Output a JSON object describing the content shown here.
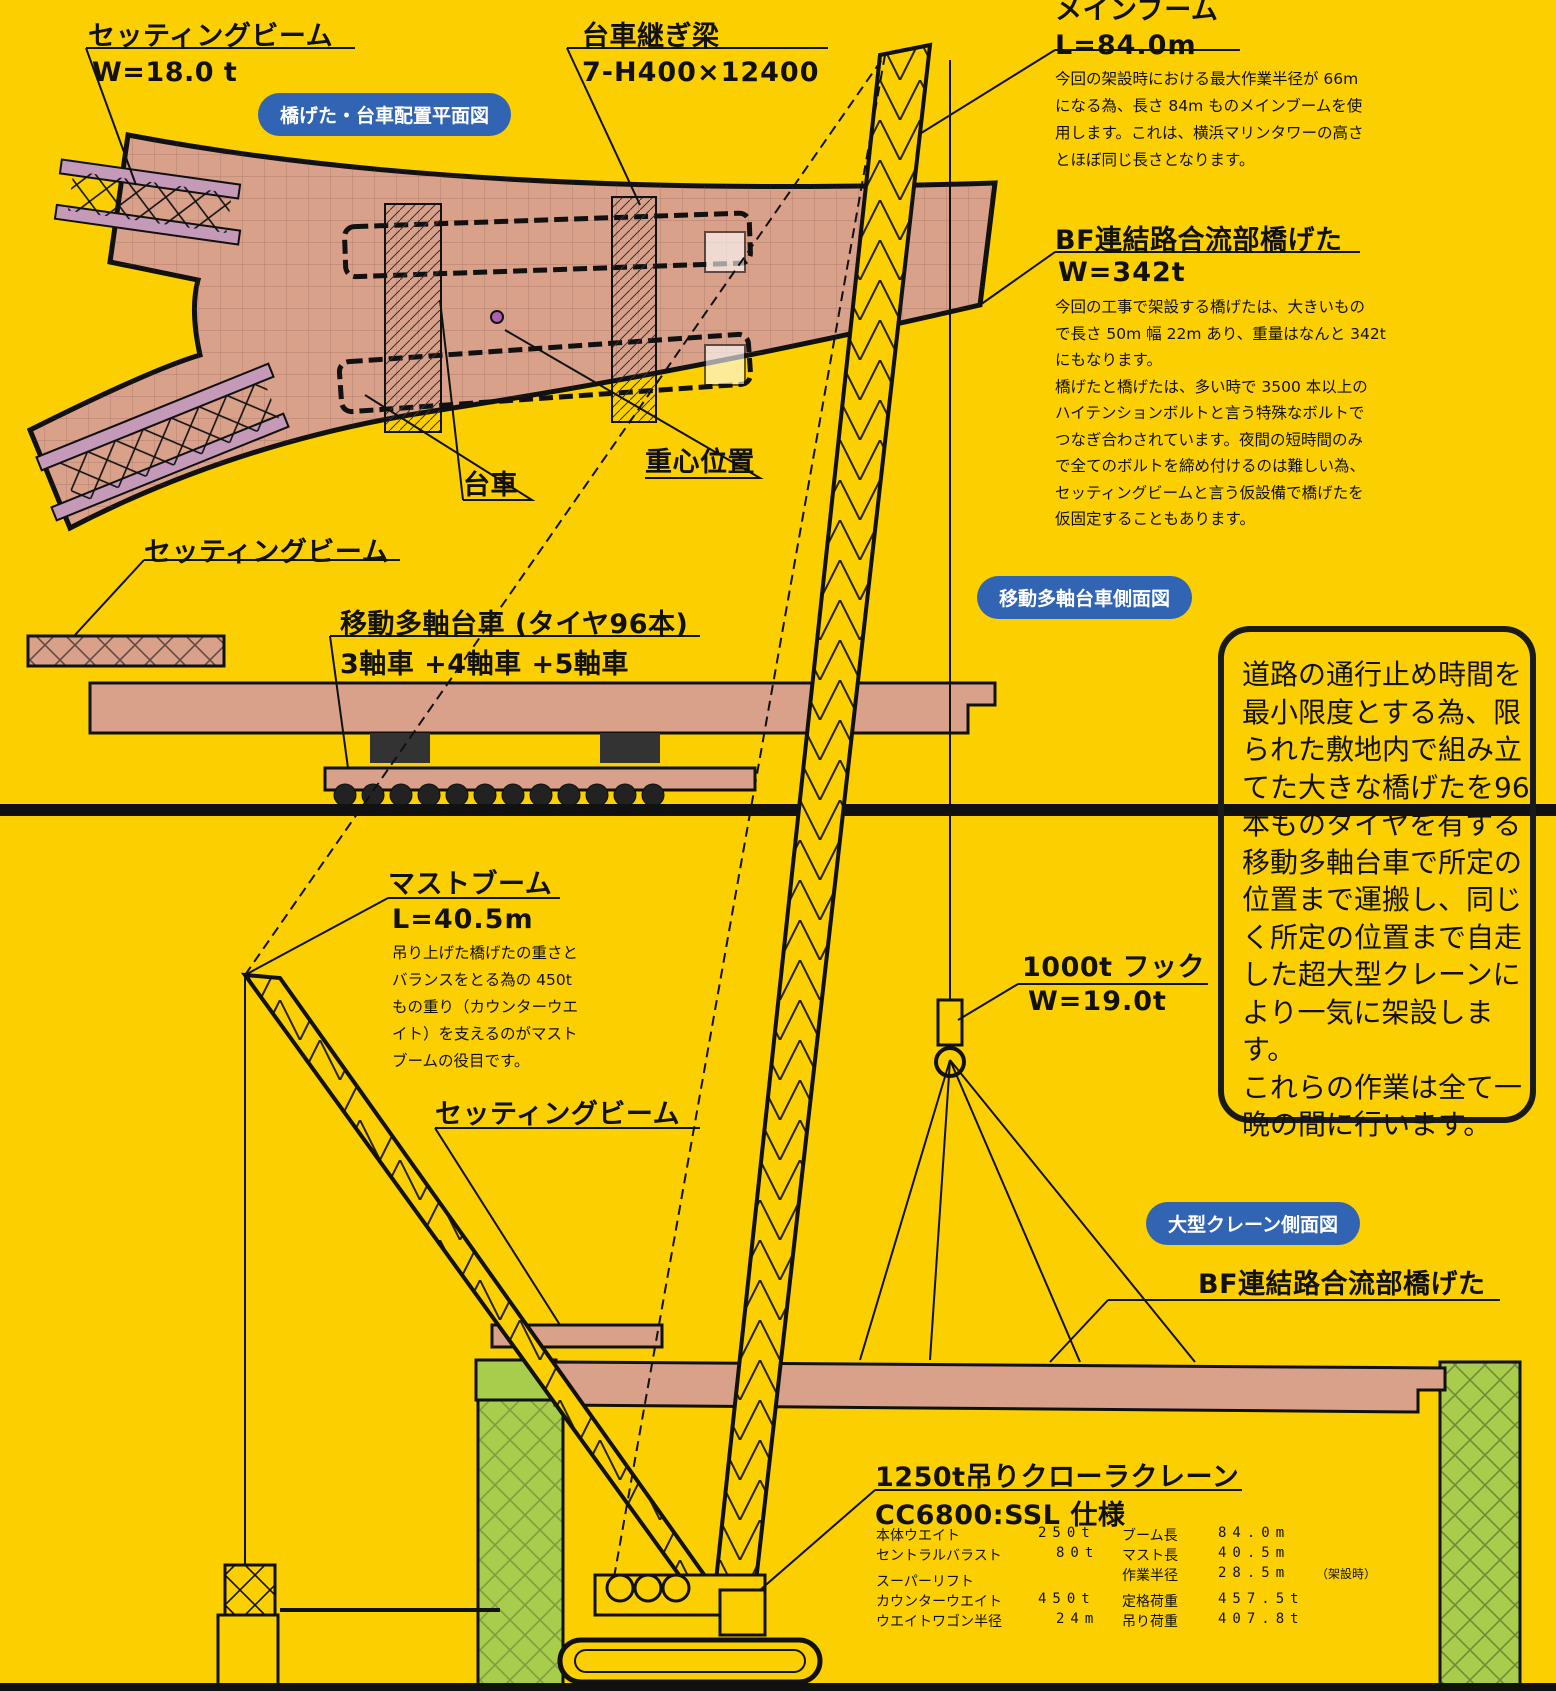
{
  "colors": {
    "background": "#fccf00",
    "girder": "#d9a08a",
    "steel_green": "#a8cc4c",
    "pill": "#3264b4",
    "line": "#111111"
  },
  "plan_view": {
    "pill": "橋げた・台車配置平面図",
    "setting_beam_title": "セッティングビーム",
    "setting_beam_weight": "W=18.0 t",
    "joint_beam_title": "台車継ぎ梁",
    "joint_beam_spec": "7-H400×12400",
    "carriage": "台車",
    "center_of_gravity": "重心位置"
  },
  "main_boom": {
    "title": "メインブーム",
    "length": "L=84.0m",
    "note": "今回の架設時における最大作業半径が 66m\nになる為、長さ 84m ものメインブームを使\n用します。これは、横浜マリンタワーの高さ\nとほぼ同じ長さとなります。"
  },
  "girder": {
    "title": "BF連結路合流部橋げた",
    "weight": "W=342t",
    "note": "今回の工事で架設する橋げたは、大きいもの\nで長さ 50m 幅 22m あり、重量はなんと 342t\nにもなります。\n橋げたと橋げたは、多い時で 3500 本以上の\nハイテンションボルトと言う特殊なボルトで\nつなぎ合わされています。夜間の短時間のみ\nで全てのボルトを締め付けるのは難しい為、\nセッティングビームと言う仮設備で橋げたを\n仮固定することもあります。"
  },
  "side_view": {
    "pill": "移動多軸台車側面図",
    "setting_beam": "セッティングビーム",
    "trailer_title": "移動多軸台車 (タイヤ96本)",
    "trailer_spec": "3軸車 +4軸車 +5軸車"
  },
  "callout": "道路の通行止め時間を\n最小限度とする為、限\nられた敷地内で組み立\nてた大きな橋げたを96\n本ものタイヤを有する\n移動多軸台車で所定の\n位置まで運搬し、同じ\nく所定の位置まで自走\nした超大型クレーンに\nより一気に架設します。\nこれらの作業は全て一\n晩の間に行います。",
  "mast_boom": {
    "title": "マストブーム",
    "length": "L=40.5m",
    "note": "吊り上げた橋げたの重さと\nバランスをとる為の 450t\nもの重り（カウンターウエ\nイト）を支えるのがマスト\nブームの役目です。"
  },
  "hook": {
    "title": "1000t フック",
    "weight": "W=19.0t"
  },
  "crane_view": {
    "pill": "大型クレーン側面図",
    "girder_label": "BF連結路合流部橋げた",
    "setting_beam": "セッティングビーム",
    "crane_title": "1250t吊りクローラクレーン",
    "crane_model": "CC6800:SSL 仕様"
  },
  "specs": [
    {
      "label": "本体ウエイト",
      "value": "250t",
      "label2": "ブーム長",
      "value2": "84.0m",
      "note": ""
    },
    {
      "label": "セントラルバラスト",
      "value": "80t",
      "label2": "マスト長",
      "value2": "40.5m",
      "note": ""
    },
    {
      "label": "スーパーリフト",
      "value": "",
      "label2": "作業半径",
      "value2": "28.5m",
      "note": "（架設時）"
    },
    {
      "label": "カウンターウエイト",
      "value": "450t",
      "label2": "定格荷重",
      "value2": "457.5t",
      "note": ""
    },
    {
      "label": "ウエイトワゴン半径",
      "value": "24m",
      "label2": "吊り荷重",
      "value2": "407.8t",
      "note": ""
    }
  ]
}
